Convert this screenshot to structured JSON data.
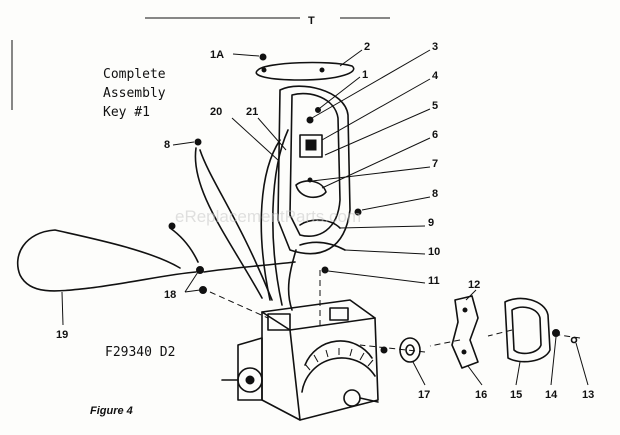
{
  "title_lines": [
    "Complete",
    "Assembly",
    "Key #1"
  ],
  "figure_label": "Figure 4",
  "model_code": "F29340  D2",
  "watermark": "eReplacementParts.com",
  "top_mark": "T",
  "part_labels": {
    "p1A": "1A",
    "p1": "1",
    "p2": "2",
    "p3": "3",
    "p4": "4",
    "p5": "5",
    "p6": "6",
    "p7": "7",
    "p8a": "8",
    "p8b": "8",
    "p9": "9",
    "p10": "10",
    "p11": "11",
    "p12": "12",
    "p13": "13",
    "p14": "14",
    "p15": "15",
    "p16": "16",
    "p17": "17",
    "p18": "18",
    "p19": "19",
    "p20": "20",
    "p21": "21"
  }
}
